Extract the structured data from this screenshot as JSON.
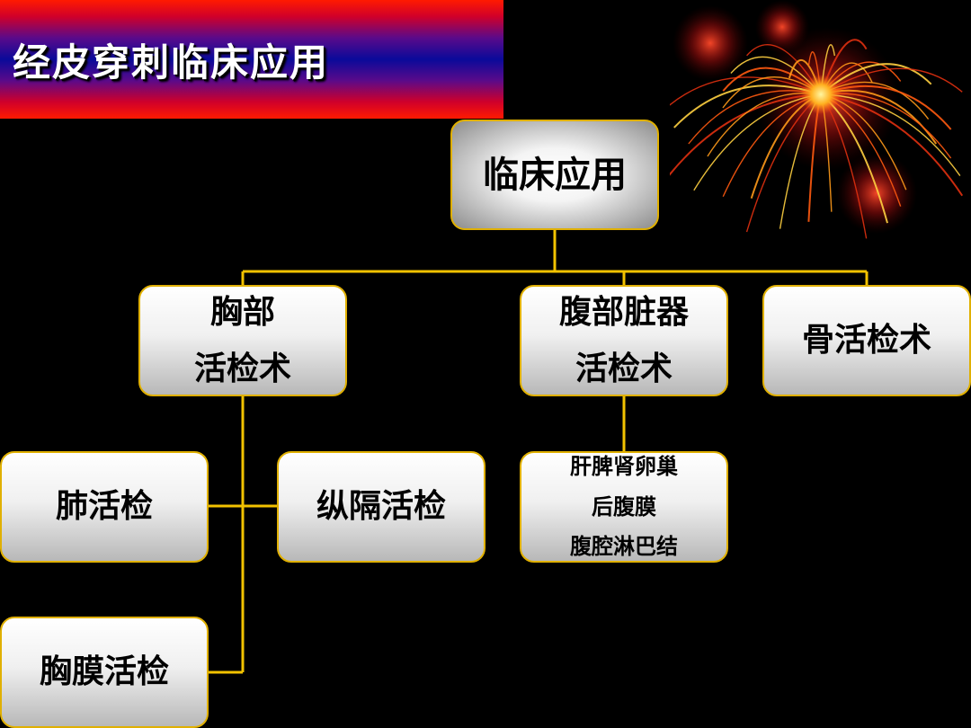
{
  "title": "经皮穿刺临床应用",
  "root": "临床应用",
  "branches": {
    "chest": [
      "胸部",
      "活检术"
    ],
    "abdomen": [
      "腹部脏器",
      "活检术"
    ],
    "bone": "骨活检术"
  },
  "chest_children": {
    "lung": "肺活检",
    "mediastinum": "纵隔活检",
    "pleura": "胸膜活检"
  },
  "abdomen_children": [
    "肝脾肾卵巢",
    "后腹膜",
    "腹腔淋巴结"
  ],
  "colors": {
    "connector": "#f2c200",
    "node_border": "#e0b000",
    "background": "#000000"
  }
}
